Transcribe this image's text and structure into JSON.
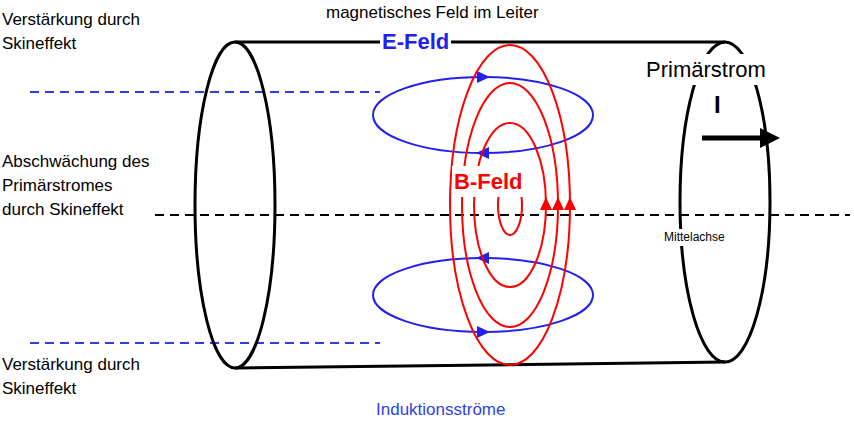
{
  "diagram": {
    "title": "magnetisches Feld im Leiter",
    "labels": [
      "Verstärkung durch Skineffekt",
      "E-Feld",
      "Primärstrom",
      "I",
      "Abschwächung des Primärstromes durch Skineffekt",
      "B-Feld",
      "Mittelachse",
      "Verstärkung durch Skineffekt",
      "Induktionsströme"
    ]
  }
}
